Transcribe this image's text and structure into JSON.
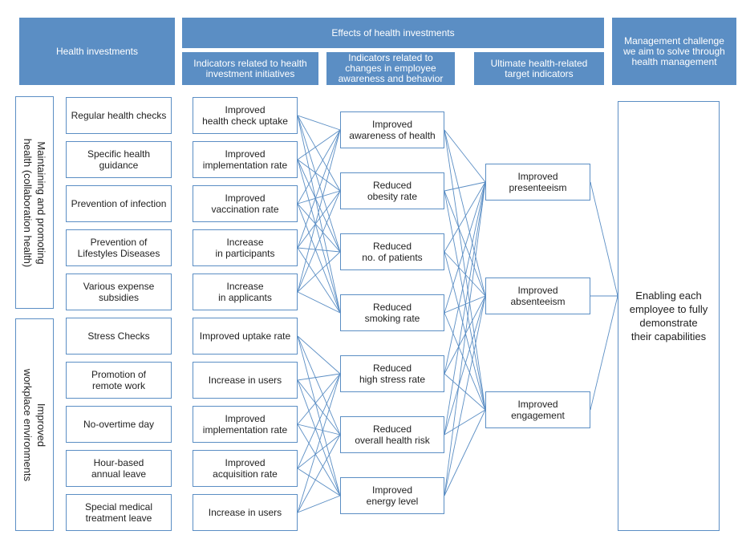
{
  "headers": {
    "investments": "Health investments",
    "effects": "Effects of health investments",
    "initiatives": "Indicators related to health\ninvestment initiatives",
    "awareness": "Indicators related to\nchanges in employee\nawareness and behavior",
    "ultimate": "Ultimate health-related\ntarget indicators",
    "management": "Management challenge\nwe aim to solve through\nhealth management"
  },
  "side_labels": {
    "collab": "Maintaining and promoting\nhealth (collaboration health)",
    "workplace": "Improved\nworkplace environments"
  },
  "investments": [
    "Regular health checks",
    "Specific health\nguidance",
    "Prevention of infection",
    "Prevention of\nLifestyles Diseases",
    "Various expense\nsubsidies",
    "Stress Checks",
    "Promotion of\nremote work",
    "No-overtime day",
    "Hour-based\nannual leave",
    "Special medical\ntreatment leave"
  ],
  "initiative_indicators": [
    "Improved\nhealth check uptake",
    "Improved\nimplementation rate",
    "Improved\nvaccination rate",
    "Increase\nin participants",
    "Increase\nin applicants",
    "Improved uptake rate",
    "Increase in users",
    "Improved\nimplementation rate",
    "Improved\nacquisition rate",
    "Increase in users"
  ],
  "awareness_indicators": [
    "Improved\nawareness of health",
    "Reduced\nobesity rate",
    "Reduced\nno. of patients",
    "Reduced\nsmoking rate",
    "Reduced\nhigh stress rate",
    "Reduced\noverall health risk",
    "Improved\nenergy level"
  ],
  "ultimate_indicators": [
    "Improved\npresenteeism",
    "Improved\nabsenteeism",
    "Improved\nengagement"
  ],
  "goal": "Enabling each\nemployee to fully\ndemonstrate\ntheir capabilities",
  "colors": {
    "accent": "#5b8ec4",
    "line": "#5b8ec4"
  }
}
